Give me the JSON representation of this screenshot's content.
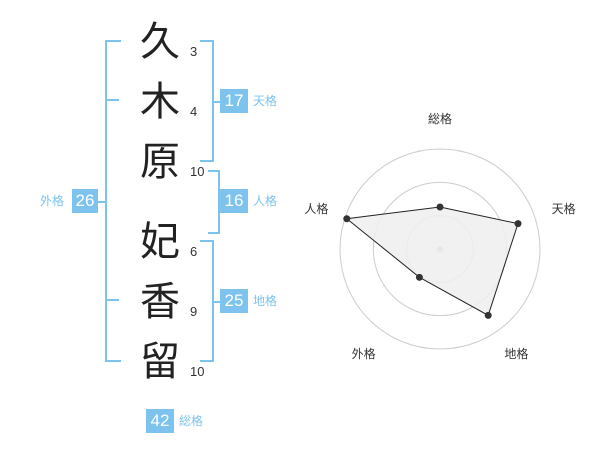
{
  "name": {
    "chars": [
      {
        "char": "久",
        "strokes": "3"
      },
      {
        "char": "木",
        "strokes": "4"
      },
      {
        "char": "原",
        "strokes": "10"
      },
      {
        "char": "妃",
        "strokes": "6"
      },
      {
        "char": "香",
        "strokes": "9"
      },
      {
        "char": "留",
        "strokes": "10"
      }
    ]
  },
  "fortunes": {
    "tenkaku": {
      "value": "17",
      "label": "天格"
    },
    "jinkaku": {
      "value": "16",
      "label": "人格"
    },
    "chikaku": {
      "value": "25",
      "label": "地格"
    },
    "gaikaku": {
      "value": "26",
      "label": "外格"
    },
    "soukaku": {
      "value": "42",
      "label": "総格"
    }
  },
  "chart_data": {
    "type": "radar",
    "axes": [
      "総格",
      "天格",
      "地格",
      "外格",
      "人格"
    ],
    "values": [
      0.42,
      0.82,
      0.82,
      0.35,
      0.98
    ],
    "range": [
      0,
      1
    ],
    "rings": 3,
    "fill_color": "#efefef",
    "line_color": "#222222",
    "grid_color": "#cccccc"
  },
  "colors": {
    "accent": "#7dc3ee",
    "text": "#222222"
  }
}
